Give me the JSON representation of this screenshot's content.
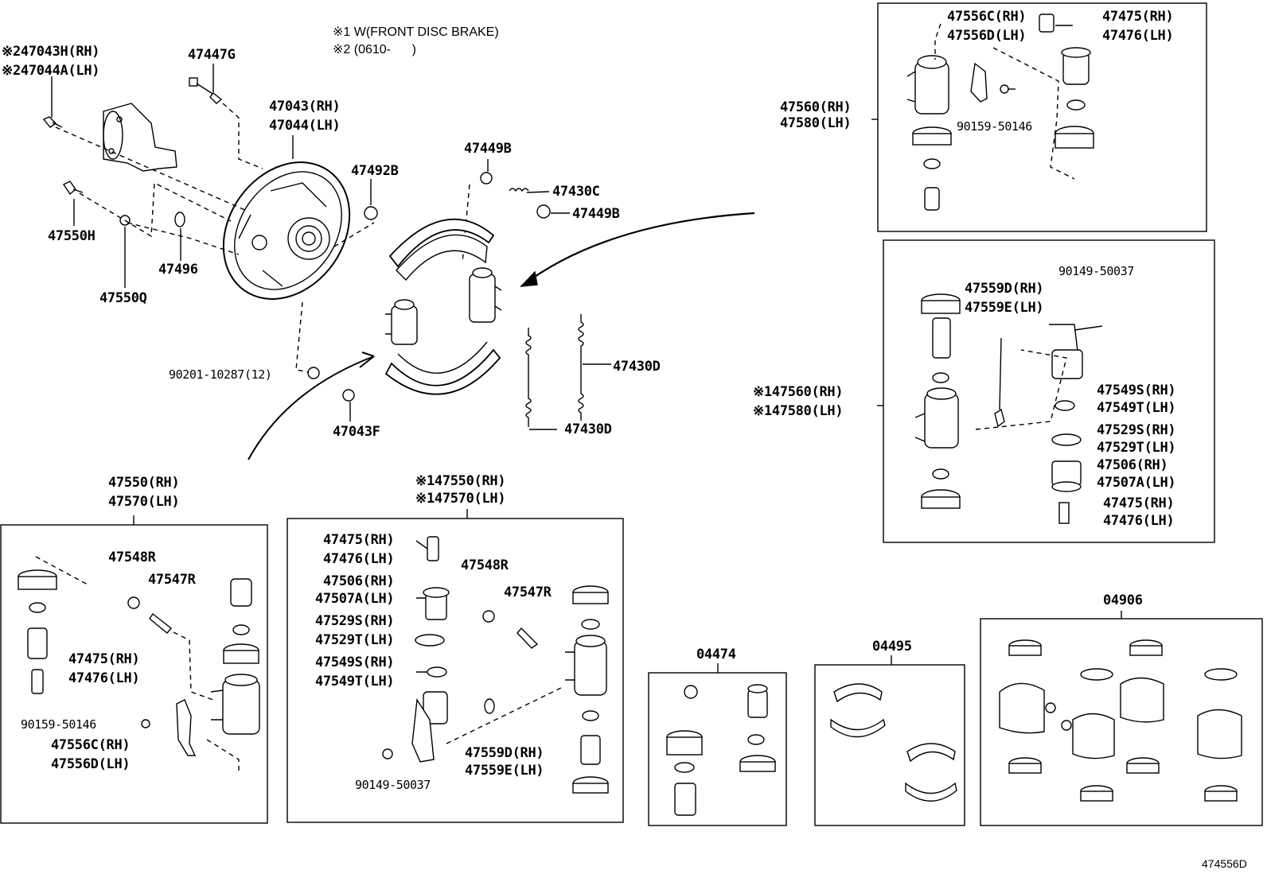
{
  "notes": {
    "n1": "※1 W(FRONT DISC BRAKE)",
    "n2": "※2 (0610-      )"
  },
  "drawing_id": "474556D",
  "callouts": {
    "c47043h": "※247043H(RH)",
    "c47044a": "※247044A(LH)",
    "c47447g": "47447G",
    "c47043": "47043(RH)",
    "c47044": "47044(LH)",
    "c47492b": "47492B",
    "c47449b_a": "47449B",
    "c47430c": "47430C",
    "c47449b_b": "47449B",
    "c47550h": "47550H",
    "c47496": "47496",
    "c47550q": "47550Q",
    "c90201": "90201-10287(12)",
    "c47043f": "47043F",
    "c47430d_a": "47430D",
    "c47430d_b": "47430D"
  },
  "box_top_right": {
    "l1": "47556C(RH)",
    "l2": "47556D(LH)",
    "l3": "47475(RH)",
    "l4": "47476(LH)",
    "l5": "47560(RH)",
    "l6": "47580(LH)",
    "l7": "90159-50146"
  },
  "box_mid_right": {
    "l1": "90149-50037",
    "l2": "47559D(RH)",
    "l3": "47559E(LH)",
    "l4": "※147560(RH)",
    "l5": "※147580(LH)",
    "l6": "47549S(RH)",
    "l7": "47549T(LH)",
    "l8": "47529S(RH)",
    "l9": "47529T(LH)",
    "l10": "47506(RH)",
    "l11": "47507A(LH)",
    "l12": "47475(RH)",
    "l13": "47476(LH)"
  },
  "box_bottom_left": {
    "t1": "47550(RH)",
    "t2": "47570(LH)",
    "l1": "47548R",
    "l2": "47547R",
    "l3": "47475(RH)",
    "l4": "47476(LH)",
    "l5": "90159-50146",
    "l6": "47556C(RH)",
    "l7": "47556D(LH)"
  },
  "box_bottom_mid": {
    "t1": "※147550(RH)",
    "t2": "※147570(LH)",
    "l1": "47475(RH)",
    "l2": "47476(LH)",
    "l3": "47506(RH)",
    "l4": "47507A(LH)",
    "l5": "47529S(RH)",
    "l6": "47529T(LH)",
    "l7": "47549S(RH)",
    "l8": "47549T(LH)",
    "l9": "47548R",
    "l10": "47547R",
    "l11": "47559D(RH)",
    "l12": "47559E(LH)",
    "l13": "90149-50037"
  },
  "kits": {
    "k1": "04474",
    "k2": "04495",
    "k3": "04906"
  }
}
